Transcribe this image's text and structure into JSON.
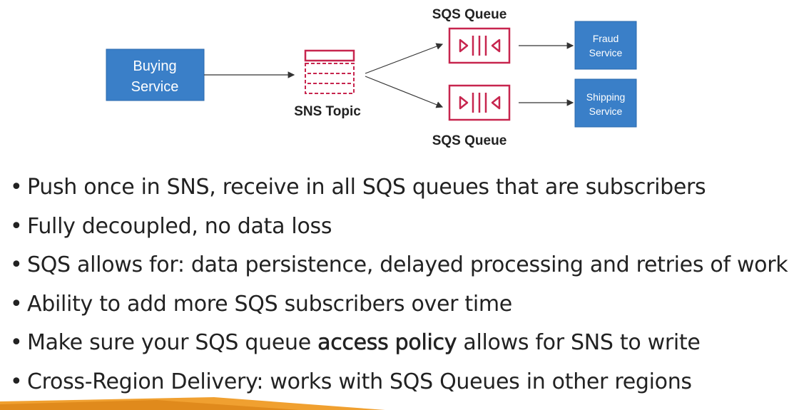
{
  "diagram": {
    "buying_service": "Buying\nService",
    "sns_topic": "SNS Topic",
    "sqs_queue_top": "SQS Queue",
    "sqs_queue_bottom": "SQS Queue",
    "fraud_service": "Fraud\nService",
    "shipping_service": "Shipping\nService"
  },
  "bullets": [
    "Push once in SNS, receive in all SQS queues that are subscribers",
    "Fully decoupled, no data loss",
    "SQS allows for: data persistence, delayed processing and retries of work",
    "Ability to add more SQS subscribers over time",
    "Make sure your SQS queue access policy allows for SNS to write",
    "Cross-Region Delivery: works with SQS Queues in other regions"
  ],
  "bullet_4_parts": {
    "before": "Make sure your SQS queue ",
    "bold": "access policy",
    "after": " allows for SNS to write"
  },
  "colors": {
    "service_box": "#3a7fc8",
    "sqs_sns_icon": "#c7254e",
    "footer_accent": "#f0a030"
  }
}
